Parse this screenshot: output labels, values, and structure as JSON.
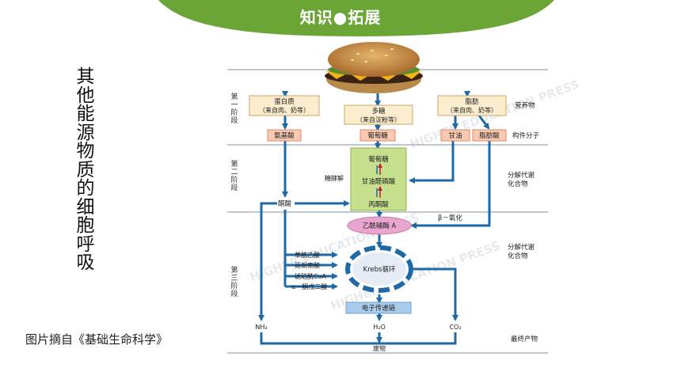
{
  "banner": {
    "title": "知识●拓展",
    "color": "#6aa535"
  },
  "side_title": "其他能源物质的细胞呼吸",
  "caption": "图片摘自《基础生命科学》",
  "diagram": {
    "stages": {
      "stage1": "第一阶段",
      "stage2": "第二阶段",
      "stage3": "第三阶段"
    },
    "right_labels": {
      "nutrients": "营养物",
      "building_blocks": "构件分子",
      "catabolites_1": [
        "分解代谢",
        "化合物"
      ],
      "catabolites_2": [
        "分解代谢",
        "化合物"
      ],
      "end_products": "最终产物"
    },
    "nutrients": {
      "protein": {
        "name": "蛋白质",
        "source": "（来自肉、奶等）"
      },
      "polysaccharide": {
        "name": "多糖",
        "source": "（来自淀粉等）"
      },
      "fat": {
        "name": "脂肪",
        "source": "（来自肉、奶等）"
      }
    },
    "building_blocks": {
      "amino_acid": "氨基酸",
      "glucose": "葡萄糖",
      "glycerol": "甘油",
      "fatty_acid": "脂肪酸"
    },
    "glycolysis": {
      "label": "糖酵解",
      "glucose": "葡萄糖",
      "g3p": "甘油醛磷酸",
      "pyruvate": "丙酮酸"
    },
    "keto_acid": "酮酸",
    "acetyl_coa": "乙酰辅酶 A",
    "beta_oxidation": "β－氧化",
    "tca_inputs": [
      "草酰乙酸",
      "延胡索酸",
      "琥珀酰CoA",
      "α－酮戊二酸"
    ],
    "krebs": "Krebs循环",
    "etc": "电子传递链",
    "nh3": "NH₃",
    "h2o": "H₂O",
    "co2": "CO₂",
    "waste": "废物",
    "watermarks": [
      "HIGHER EDUCATION PRESS",
      "HIGHER EDUCATION PRESS",
      "HIGHER EDUCATION PRESS"
    ]
  }
}
